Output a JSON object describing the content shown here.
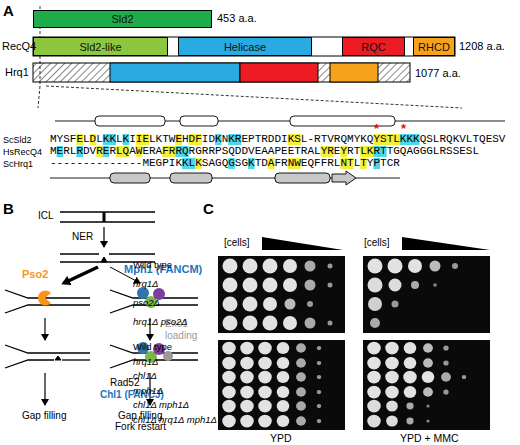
{
  "diagram": {
    "nodes": [
      {
        "text": [
          "Sld2"
        ]
      },
      {
        "text": [
          "Sld2-like"
        ]
      },
      {
        "text": [
          "Helicase"
        ]
      },
      {
        "text": [
          "RQC"
        ]
      },
      {
        "text": [
          "RHCD"
        ]
      }
    ],
    "labels": [
      "A",
      "453 a.a.",
      "RecQ4",
      "1208 a.a.",
      "Hrq1",
      "1077 a.a.",
      "*",
      "*",
      "ScSld2",
      "MYSFELDLKKLKIIELKTWEHDFIDKNKREPTRDDIKSL-RTVRQMYKQYSTLKKKQSLRQKVLTQESV",
      "HsRecQ4",
      "MERLRDVRERLQAWERAFRRQRGRRPSQDDVEAAPEETRALYREYRTLKRTTGQAGGGLRSSESL",
      "ScHrq1",
      "--------------MEGPIKKLKSAGQGSGKTDAFRNWEQFFRLNTLTYPTCR",
      "B",
      "ICL",
      "NER",
      "Pso2",
      "Mph1 (FANCM)",
      "Exo1 loading",
      "Rad52",
      "Chl1 (FANCJ)",
      "Gap filling",
      "Gap filling",
      "Fork restart",
      "C",
      "[cells]",
      "[cells]",
      "Wild type",
      "hrq1Δ",
      "pso2Δ",
      "hrq1Δ pso2Δ",
      "Wild type",
      "hrq1Δ",
      "chl1Δ",
      "mph1Δ",
      "chl1Δ mph1Δ",
      "chl1Δ hrq1Δ mph1Δ",
      "YPD",
      "YPD + MMC"
    ]
  }
}
